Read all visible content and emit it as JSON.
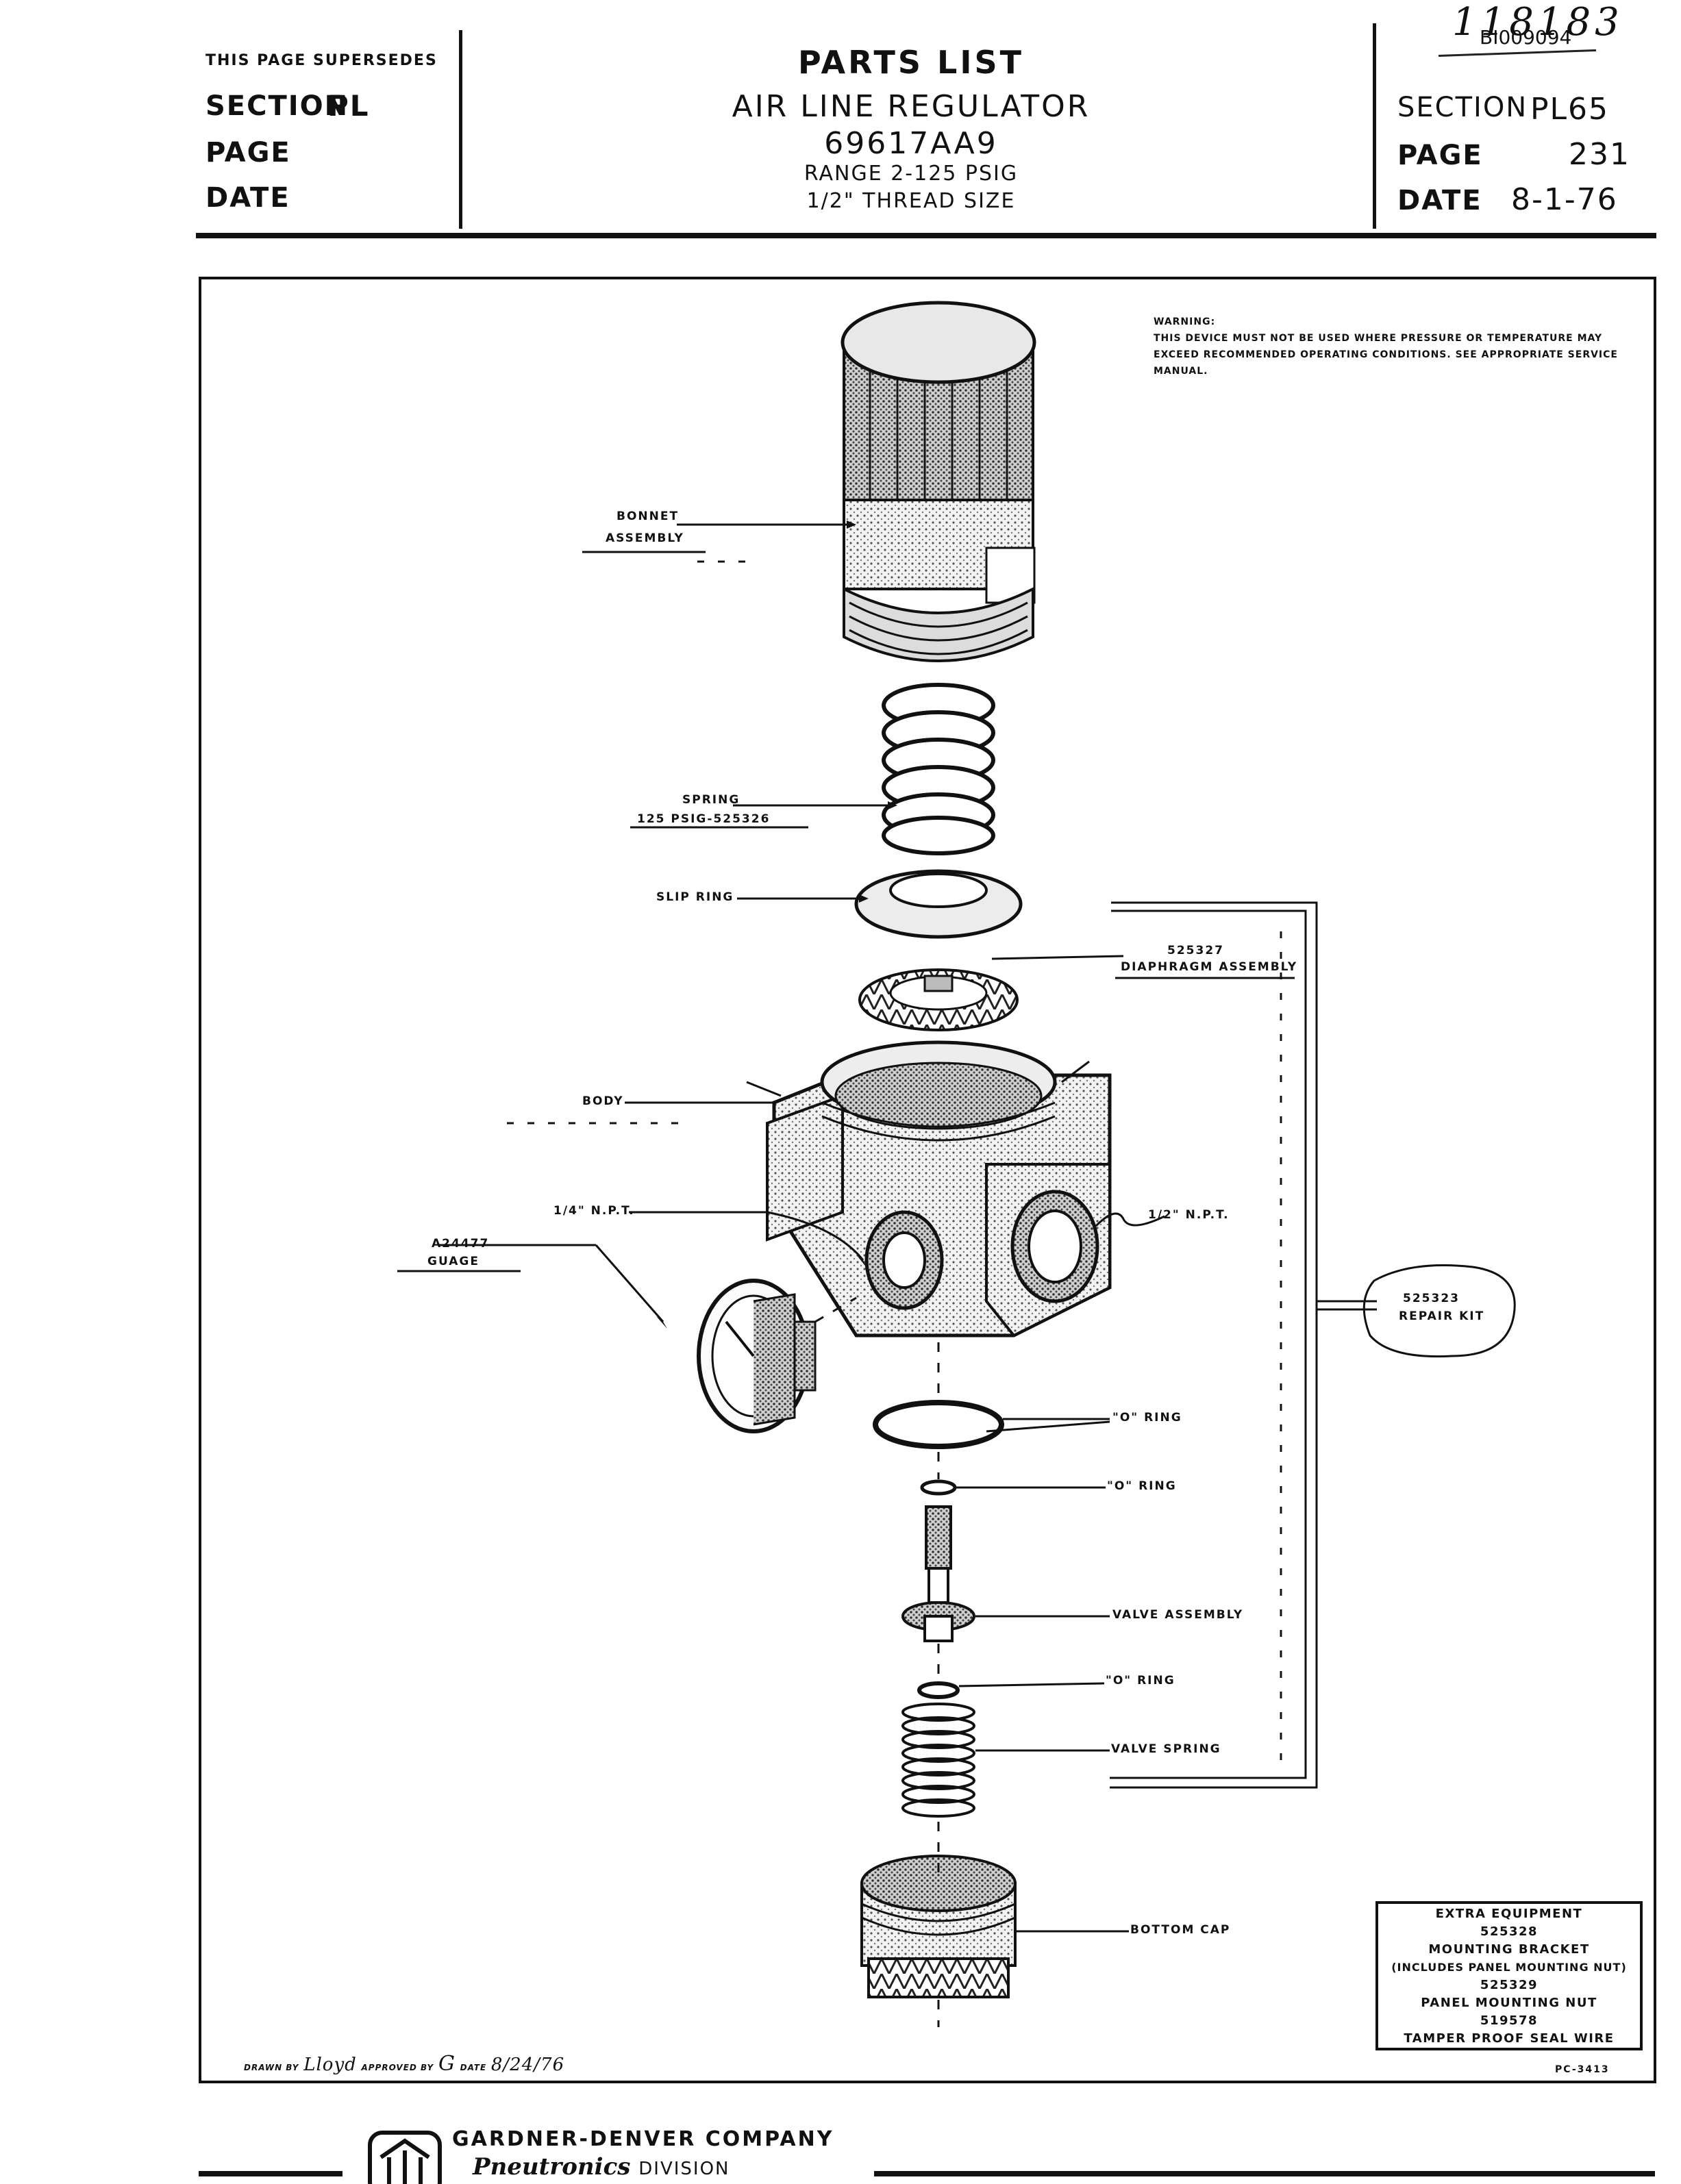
{
  "header": {
    "left": {
      "supersedes": "THIS PAGE SUPERSEDES",
      "section_label": "SECTION",
      "section_value": "PL",
      "page_label": "PAGE",
      "date_label": "DATE"
    },
    "center": {
      "title": "PARTS LIST",
      "subtitle": "AIR LINE REGULATOR",
      "part_number": "69617AA9",
      "range": "RANGE 2-125 PSIG",
      "thread": "1/2\" THREAD SIZE"
    },
    "right": {
      "stamp": "BI009094",
      "handwritten": "118183",
      "section_label": "SECTION",
      "section_value": "PL65",
      "page_label": "PAGE",
      "page_value": "231",
      "date_label": "DATE",
      "date_value": "8-1-76"
    }
  },
  "warning": {
    "title": "WARNING:",
    "text": "THIS DEVICE MUST NOT BE USED WHERE PRESSURE OR TEMPERATURE MAY EXCEED RECOMMENDED OPERATING CONDITIONS. SEE APPROPRIATE SERVICE MANUAL."
  },
  "callouts": {
    "bonnet_1": "BONNET",
    "bonnet_2": "ASSEMBLY",
    "spring_1": "SPRING",
    "spring_2": "125 PSIG-525326",
    "slip_ring": "SLIP RING",
    "diaphragm_1": "525327",
    "diaphragm_2": "DIAPHRAGM ASSEMBLY",
    "body": "BODY",
    "npt_quarter": "1/4\" N.P.T.",
    "npt_half": "1/2\" N.P.T.",
    "gauge_1": "A24477",
    "gauge_2": "GUAGE",
    "repair_1": "525323",
    "repair_2": "REPAIR KIT",
    "oring_1": "\"O\" RING",
    "oring_2": "\"O\" RING",
    "valve_assembly": "VALVE ASSEMBLY",
    "oring_3": "\"O\" RING",
    "valve_spring": "VALVE SPRING",
    "bottom_cap": "BOTTOM CAP"
  },
  "extra_equipment": {
    "line1": "EXTRA EQUIPMENT",
    "line2": "525328",
    "line3": "MOUNTING BRACKET",
    "line4": "(INCLUDES PANEL MOUNTING NUT)",
    "line5": "525329",
    "line6": "PANEL MOUNTING NUT",
    "line7": "519578",
    "line8": "TAMPER PROOF SEAL WIRE"
  },
  "signature": {
    "drawn_label": "DRAWN BY",
    "drawn_by": "Lloyd",
    "approved_label": "APPROVED BY",
    "approved_by": "G",
    "date_label": "DATE",
    "date_value": "8/24/76"
  },
  "drawing_number": "PC-3413",
  "footer": {
    "company": "GARDNER-DENVER COMPANY",
    "division_name": "Pneutronics",
    "division_word": "DIVISION"
  }
}
